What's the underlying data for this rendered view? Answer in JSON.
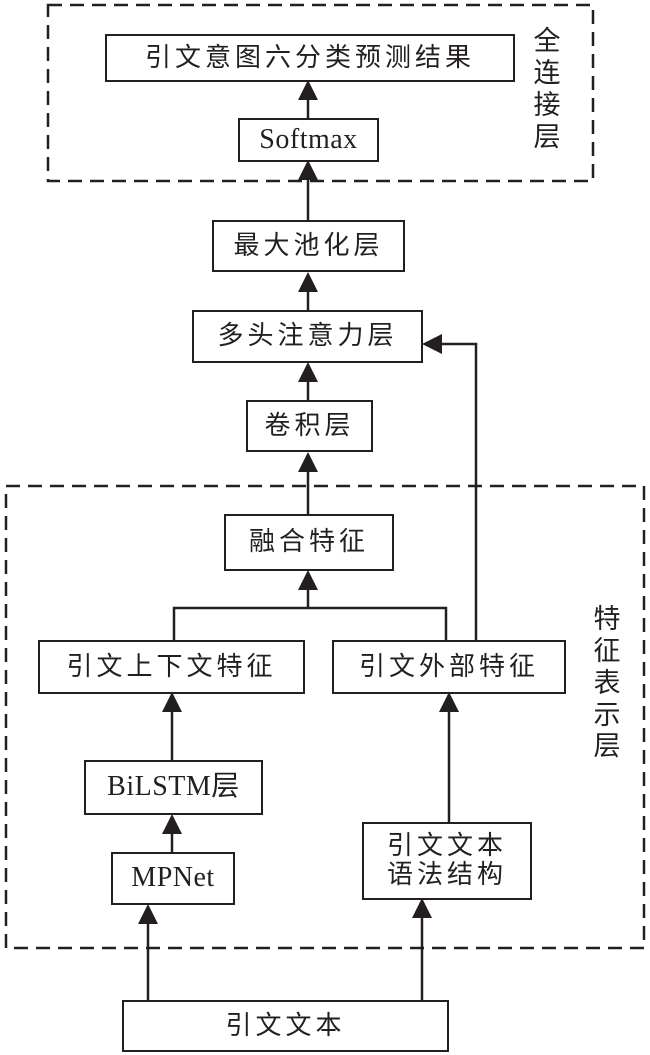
{
  "groups": {
    "fc": {
      "label": "全连接层"
    },
    "feature": {
      "label": "特征表示层"
    }
  },
  "nodes": {
    "result": "引文意图六分类预测结果",
    "softmax": "Softmax",
    "maxpool": "最大池化层",
    "mha": "多头注意力层",
    "conv": "卷积层",
    "fusion": "融合特征",
    "context": "引文上下文特征",
    "external": "引文外部特征",
    "bilstm": "BiLSTM层",
    "mpnet": "MPNet",
    "syntax": "引文文本\n语法结构",
    "input": "引文文本"
  },
  "edges": [
    [
      "input",
      "mpnet"
    ],
    [
      "input",
      "syntax"
    ],
    [
      "mpnet",
      "bilstm"
    ],
    [
      "bilstm",
      "context"
    ],
    [
      "syntax",
      "external"
    ],
    [
      "context",
      "fusion"
    ],
    [
      "external",
      "fusion"
    ],
    [
      "external",
      "mha"
    ],
    [
      "fusion",
      "conv"
    ],
    [
      "conv",
      "mha"
    ],
    [
      "mha",
      "maxpool"
    ],
    [
      "maxpool",
      "softmax"
    ],
    [
      "softmax",
      "result"
    ]
  ]
}
